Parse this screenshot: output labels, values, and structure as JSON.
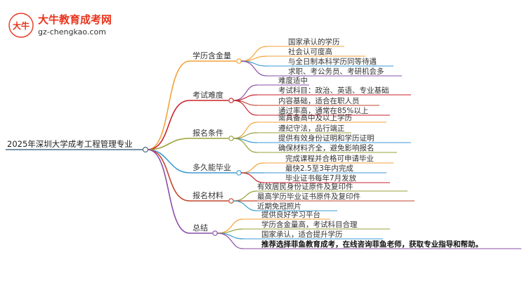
{
  "logo": {
    "badge_text": "大牛",
    "name": "大牛教育成考网",
    "url": "gz-chengkao.com"
  },
  "mindmap": {
    "root": "2025年深圳大学成考工程管理专业",
    "branches": [
      {
        "title": "学历含金量",
        "color": "#f4a23a",
        "items": [
          "国家承认的学历",
          "社会认可度高",
          "与全日制本科学历同等待遇",
          "求职、考公务员、考研机会多"
        ]
      },
      {
        "title": "考试难度",
        "color": "#c9232d",
        "items": [
          "难度适中",
          "考试科目：政治、英语、专业基础",
          "内容基础，适合在职人员",
          "通过率高，通常在85%以上"
        ]
      },
      {
        "title": "报名条件",
        "color": "#9aa039",
        "items": [
          "需具备高中及以上学历",
          "遵纪守法，品行端正",
          "提供有效身份证明和学历证明",
          "确保材料齐全，避免影响报名"
        ]
      },
      {
        "title": "多久能毕业",
        "color": "#3d9ad3",
        "items": [
          "完成课程并合格可申请毕业",
          "最快2.5至3年内完成",
          "毕业证书每年7月发放"
        ]
      },
      {
        "title": "报名材料",
        "color": "#c3462f",
        "items": [
          "有效居民身份证原件及复印件",
          "最高学历毕业证书原件及复印件",
          "近期免冠照片"
        ]
      },
      {
        "title": "总结",
        "color": "#8b4ea6",
        "items": [
          "提供良好学习平台",
          "学历含金量高，考试科目合理",
          "国家承认，适合提升学历",
          "推荐选择菲鱼教育成考，在线咨询菲鱼老师，获取专业指导和帮助。"
        ]
      }
    ]
  },
  "colors": {
    "root_line": "#4a6f8a",
    "item_lines": [
      "#f4a23a",
      "#c9232d",
      "#9aa039",
      "#3d9ad3",
      "#c3462f",
      "#8b4ea6"
    ],
    "logo_red": "#e8341c"
  }
}
